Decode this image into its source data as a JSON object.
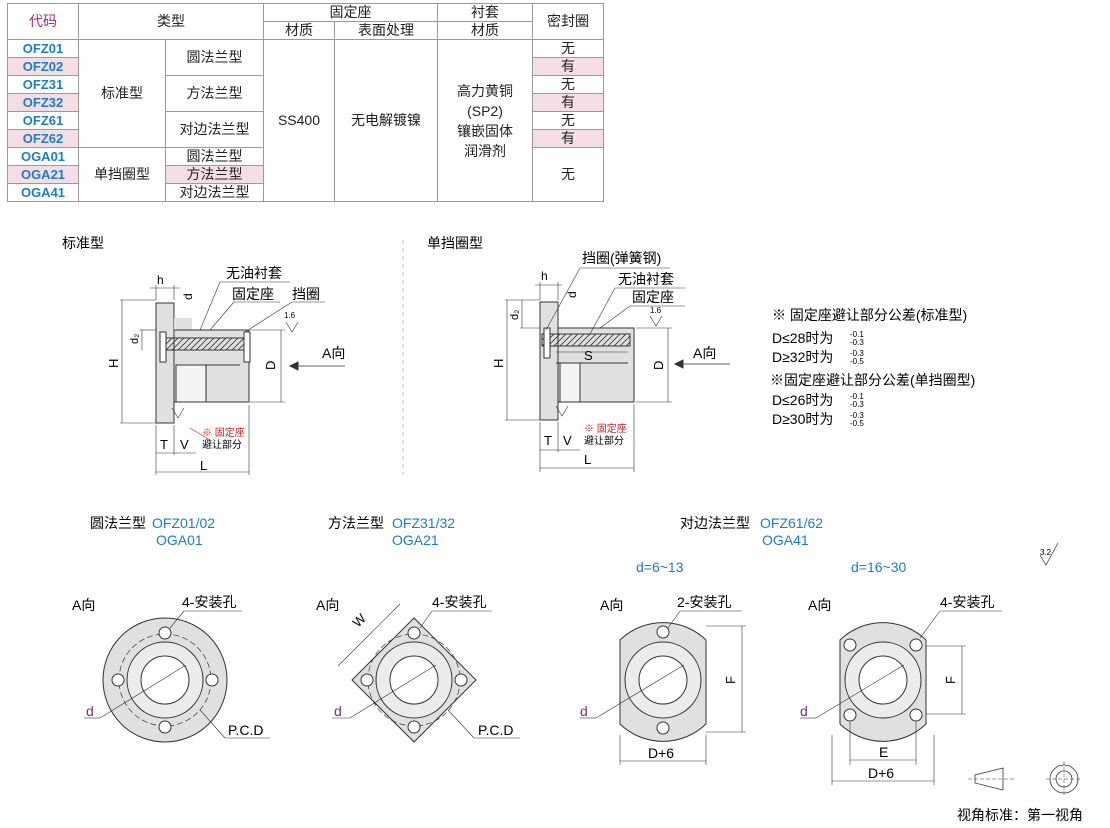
{
  "table": {
    "headers": {
      "code": "代码",
      "type": "类型",
      "housing": "固定座",
      "material": "材质",
      "surface": "表面处理",
      "liner": "衬套",
      "liner_material": "材质",
      "seal": "密封圈"
    },
    "rows": [
      {
        "code": "OFZ01",
        "seal": "无"
      },
      {
        "code": "OFZ02",
        "seal": "有"
      },
      {
        "code": "OFZ31",
        "seal": "无"
      },
      {
        "code": "OFZ32",
        "seal": "有"
      },
      {
        "code": "OFZ61",
        "seal": "无"
      },
      {
        "code": "OFZ62",
        "seal": "有"
      },
      {
        "code": "OGA01",
        "seal": ""
      },
      {
        "code": "OGA21",
        "seal": "无"
      },
      {
        "code": "OGA41",
        "seal": ""
      }
    ],
    "type_standard": "标准型",
    "type_retaining": "单挡圈型",
    "flange_round": "圆法兰型",
    "flange_square": "方法兰型",
    "flange_cut": "对边法兰型",
    "housing_material": "SS400",
    "surface_treatment": "无电解镀镍",
    "liner_material_lines": [
      "高力黄铜",
      "(SP2)",
      "镶嵌固体",
      "润滑剂"
    ]
  },
  "section_standard": {
    "title": "标准型",
    "labels": {
      "oilless": "无油衬套",
      "housing": "固定座",
      "ring": "挡圈",
      "h": "h",
      "d": "d",
      "d2": "d₂",
      "H": "H",
      "D": "D",
      "T": "T",
      "V": "V",
      "L": "L",
      "a": "A向",
      "rough": "1.6",
      "note": "※ 固定座",
      "note2": "避让部分"
    }
  },
  "section_retaining": {
    "title": "单挡圈型",
    "labels": {
      "ring": "挡圈(弹簧钢)",
      "oilless": "无油衬套",
      "housing": "固定座",
      "h": "h",
      "d": "d",
      "d2": "d₂",
      "H": "H",
      "S": "S",
      "D": "D",
      "T": "T",
      "V": "V",
      "L": "L",
      "a": "A向",
      "rough": "1.6",
      "note": "※ 固定座",
      "note2": "避让部分"
    }
  },
  "tolerance": {
    "title_std": "※ 固定座避让部分公差(标准型)",
    "std1": "D≤28时为",
    "std1_tol": [
      "-0.1",
      "-0.3"
    ],
    "std2": "D≥32时为",
    "std2_tol": [
      "-0.3",
      "-0.5"
    ],
    "title_ret": "※固定座避让部分公差(单挡圈型)",
    "ret1": "D≤26时为",
    "ret1_tol": [
      "-0.1",
      "-0.3"
    ],
    "ret2": "D≥30时为",
    "ret2_tol": [
      "-0.3",
      "-0.5"
    ]
  },
  "views": {
    "round": {
      "name": "圆法兰型",
      "codes1": "OFZ01/02",
      "codes2": "OGA01",
      "a": "A向",
      "holes": "4-安装孔",
      "d": "d",
      "pcd": "P.C.D"
    },
    "square": {
      "name": "方法兰型",
      "codes1": "OFZ31/32",
      "codes2": "OGA21",
      "a": "A向",
      "holes": "4-安装孔",
      "d": "d",
      "pcd": "P.C.D",
      "w": "W"
    },
    "cut": {
      "name": "对边法兰型",
      "codes1": "OFZ61/62",
      "codes2": "OGA41"
    },
    "cut_small": {
      "range": "d=6~13",
      "a": "A向",
      "holes": "2-安装孔",
      "d": "d",
      "f": "F",
      "dplus": "D+6"
    },
    "cut_large": {
      "range": "d=16~30",
      "a": "A向",
      "holes": "4-安装孔",
      "d": "d",
      "f": "F",
      "e": "E",
      "dplus": "D+6"
    }
  },
  "roughness_mark": "3.2",
  "projection": "视角标准：第一视角"
}
